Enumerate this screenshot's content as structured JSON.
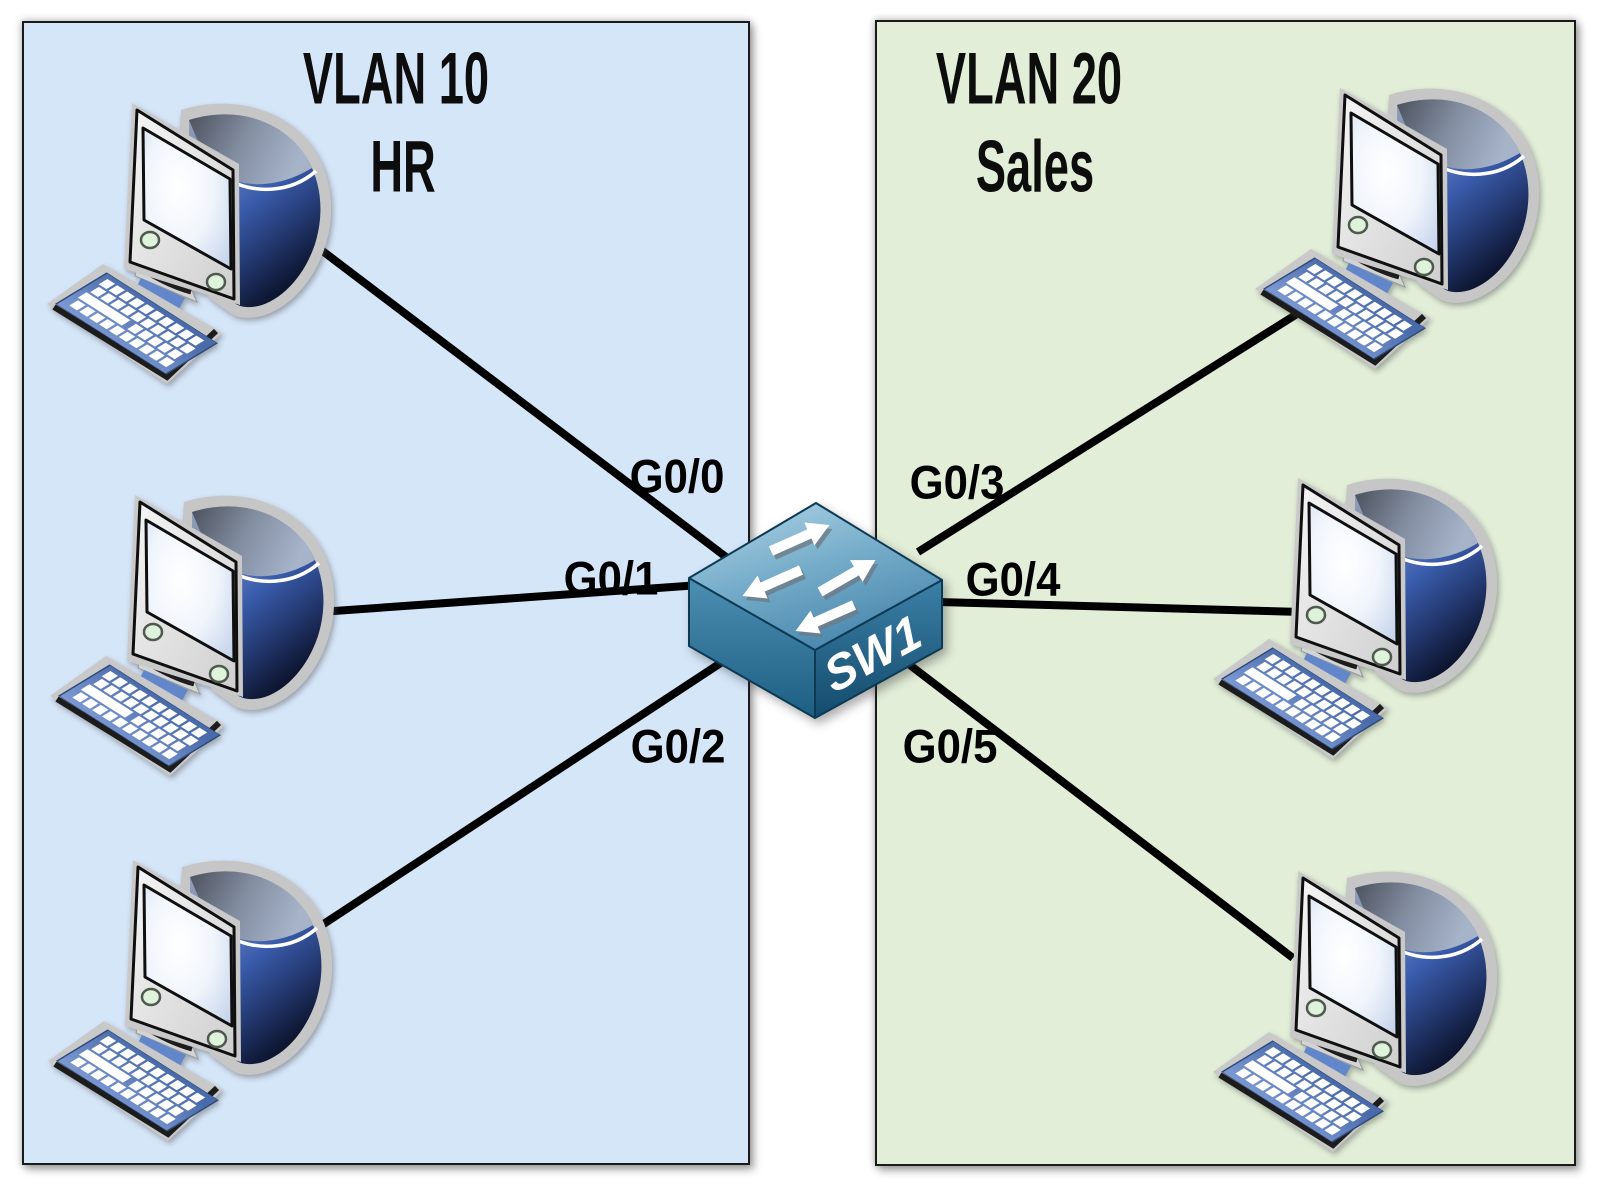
{
  "zones": [
    {
      "vlan_label": "VLAN 10",
      "dept_label": "HR",
      "fill": "#d6e6f9",
      "host_count": 3
    },
    {
      "vlan_label": "VLAN 20",
      "dept_label": "Sales",
      "fill": "#e2eed8",
      "host_count": 3
    }
  ],
  "switch": {
    "label": "SW1"
  },
  "links": [
    {
      "port": "G0/0",
      "vlan": "VLAN 10"
    },
    {
      "port": "G0/1",
      "vlan": "VLAN 10"
    },
    {
      "port": "G0/2",
      "vlan": "VLAN 10"
    },
    {
      "port": "G0/3",
      "vlan": "VLAN 20"
    },
    {
      "port": "G0/4",
      "vlan": "VLAN 20"
    },
    {
      "port": "G0/5",
      "vlan": "VLAN 20"
    }
  ],
  "colors": {
    "link_line": "#000000",
    "zone_border": "#1a1a1a",
    "vlan10_fill": "#d6e6f9",
    "vlan20_fill": "#e2eed8",
    "switch_body": "#4c89b0",
    "pc_shell_blue": "#31519f"
  }
}
